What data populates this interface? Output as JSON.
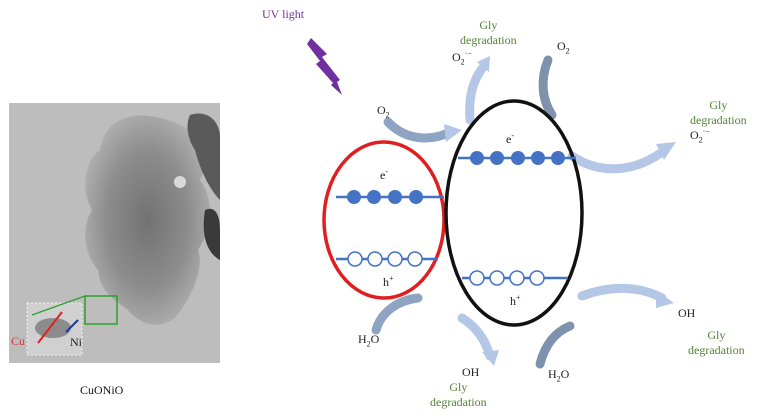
{
  "labels": {
    "uv_light": "UV light",
    "gly_degradation": "Gly degradation",
    "gly": "Gly",
    "degradation": "degradation",
    "o2_base": "O",
    "o2_sub": "2",
    "o2_radical_sup": "·−",
    "h2o_base": "H",
    "h2o_sub": "2",
    "h2o_tail": "O",
    "oh": "OH",
    "electron": "e",
    "electron_sup": "-",
    "hole": "h",
    "hole_sup": "+",
    "cu": "Cu",
    "ni": "Ni",
    "micrograph_caption": "CuONiO"
  },
  "colors": {
    "uv": "#7030a0",
    "gly": "#548235",
    "left_ellipse": "#e02020",
    "right_ellipse": "#111111",
    "band_blue": "#4472c4",
    "arrow_light": "#b4c7e7",
    "arrow_dark": "#8497b0",
    "inset_box": "#2ca02c"
  }
}
